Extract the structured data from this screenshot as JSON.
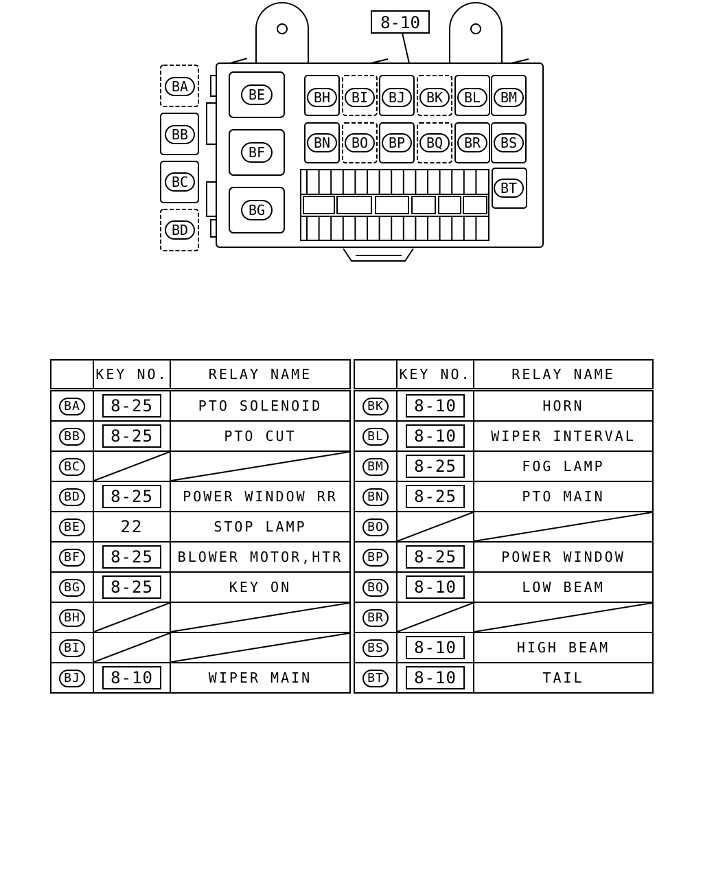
{
  "diagram": {
    "ref_key": "8-10",
    "side_labels": [
      "BA",
      "BB",
      "BC",
      "BD"
    ],
    "large_labels": [
      "BE",
      "BF",
      "BG"
    ],
    "grid_row1": [
      "BH",
      "BI",
      "BJ",
      "BK",
      "BL",
      "BM"
    ],
    "grid_row2": [
      "BN",
      "BO",
      "BP",
      "BQ",
      "BR",
      "BS"
    ],
    "single_label": "BT"
  },
  "table": {
    "header_key": "KEY NO.",
    "header_name": "RELAY NAME",
    "left_rows": [
      {
        "label": "BA",
        "key": "8-25",
        "name": "PTO SOLENOID"
      },
      {
        "label": "BB",
        "key": "8-25",
        "name": "PTO CUT"
      },
      {
        "label": "BC",
        "key": "",
        "name": ""
      },
      {
        "label": "BD",
        "key": "8-25",
        "name": "POWER WINDOW RR"
      },
      {
        "label": "BE",
        "key": "22",
        "name": "STOP LAMP"
      },
      {
        "label": "BF",
        "key": "8-25",
        "name": "BLOWER MOTOR,HTR"
      },
      {
        "label": "BG",
        "key": "8-25",
        "name": "KEY ON"
      },
      {
        "label": "BH",
        "key": "",
        "name": ""
      },
      {
        "label": "BI",
        "key": "",
        "name": ""
      },
      {
        "label": "BJ",
        "key": "8-10",
        "name": "WIPER MAIN"
      }
    ],
    "right_rows": [
      {
        "label": "BK",
        "key": "8-10",
        "name": "HORN"
      },
      {
        "label": "BL",
        "key": "8-10",
        "name": "WIPER INTERVAL"
      },
      {
        "label": "BM",
        "key": "8-25",
        "name": "FOG LAMP"
      },
      {
        "label": "BN",
        "key": "8-25",
        "name": "PTO MAIN"
      },
      {
        "label": "BO",
        "key": "",
        "name": ""
      },
      {
        "label": "BP",
        "key": "8-25",
        "name": "POWER WINDOW"
      },
      {
        "label": "BQ",
        "key": "8-10",
        "name": "LOW BEAM"
      },
      {
        "label": "BR",
        "key": "",
        "name": ""
      },
      {
        "label": "BS",
        "key": "8-10",
        "name": "HIGH BEAM"
      },
      {
        "label": "BT",
        "key": "8-10",
        "name": "TAIL"
      }
    ]
  }
}
